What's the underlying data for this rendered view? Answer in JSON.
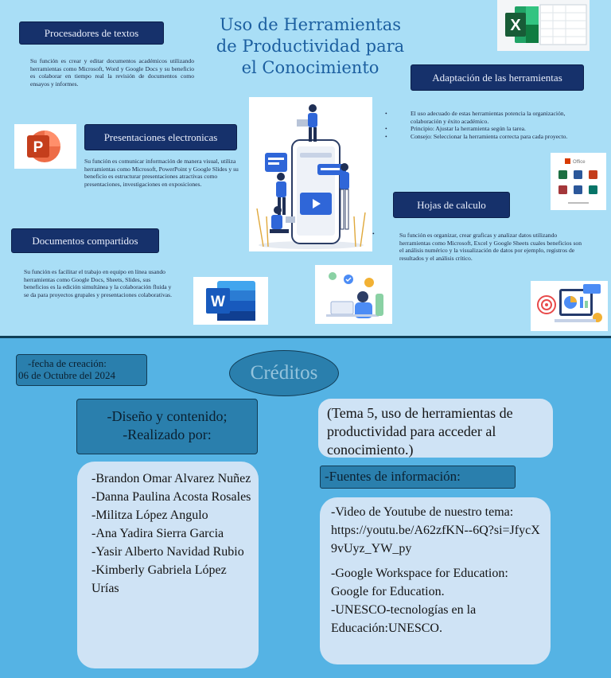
{
  "poster": {
    "title": "Uso de Herramientas de Productividad para el Conocimiento",
    "procesadores": {
      "heading": "Procesadores de textos",
      "text": "Su función es crear y editar documentos académicos utilizando herramientas como Microsoft, Word y Google Docs y su beneficio es colaborar en tiempo real la revisión de documentos como ensayos y informes."
    },
    "presentaciones": {
      "heading": "Presentaciones electronicas",
      "text": "Su función es comunicar información de manera visual, utiliza herramientas como Microsoft, PowerPoint y Google Slides y su beneficio es estructurar presentaciones atractivas como presentaciones, investigaciones en exposiciones."
    },
    "documentos": {
      "heading": "Documentos compartidos",
      "text": "Su función es facilitar el trabajo en equipo en línea usando herramientas como Google Docs, Sheets, Slides, sus beneficios es la edición simultánea y la colaboración fluida y se da para proyectos grupales y presentaciones colaborativas."
    },
    "adaptacion": {
      "heading": "Adaptación de las herramientas",
      "bullets": [
        "El uso adecuado de estas herramientas potencia la organización, colaboración y éxito académico.",
        "Principio: Ajustar la herramienta según la tarea.",
        "Consejo: Seleccionar la herramienta correcta para cada proyecto."
      ]
    },
    "hojas": {
      "heading": "Hojas de calculo",
      "text": "Su función es organizar, crear graficas y analizar datos utilizando herramientas como Microsoft, Excel y Google Sheets cuales beneficios son el análisis numérico y la visualización de datos por ejemplo, registros de resultados y el análisis crítico."
    },
    "icons": {
      "powerpoint_letter": "P",
      "word_letter": "W",
      "excel_letter": "X",
      "office_label": "Office"
    },
    "colors": {
      "poster_bg": "#a9def6",
      "header_bg": "#16316b",
      "title": "#1c5fa0",
      "powerpoint": "#c43e1c",
      "word": "#2b579a",
      "excel": "#1d6f42"
    }
  },
  "credits": {
    "date_label": "-fecha de creación:",
    "date_value": "06 de Octubre del 2024",
    "title": "Créditos",
    "design_line1": "-Diseño y contenido;",
    "design_line2": "-Realizado por:",
    "topic": "(Tema 5, uso de herramientas de productividad para acceder al conocimiento.)",
    "names": [
      "-Brandon Omar Alvarez Nuñez",
      "-Danna Paulina Acosta Rosales",
      "-Militza López Angulo",
      "-Ana Yadira Sierra Garcia",
      "-Yasir Alberto Navidad Rubio",
      "-Kimberly Gabriela López Urías"
    ],
    "sources_heading": "-Fuentes de información:",
    "sources": [
      "-Video de Youtube de nuestro tema:",
      "https://youtu.be/A62zfKN--6Q?si=JfycX9vUyz_YW_py",
      "-Google Workspace for Education: Google for Education.",
      "-UNESCO-tecnologías en la Educación:UNESCO."
    ],
    "colors": {
      "bg": "#55b3e4",
      "dark_box": "#2a7fad",
      "light_box": "#cfe3f5"
    }
  }
}
